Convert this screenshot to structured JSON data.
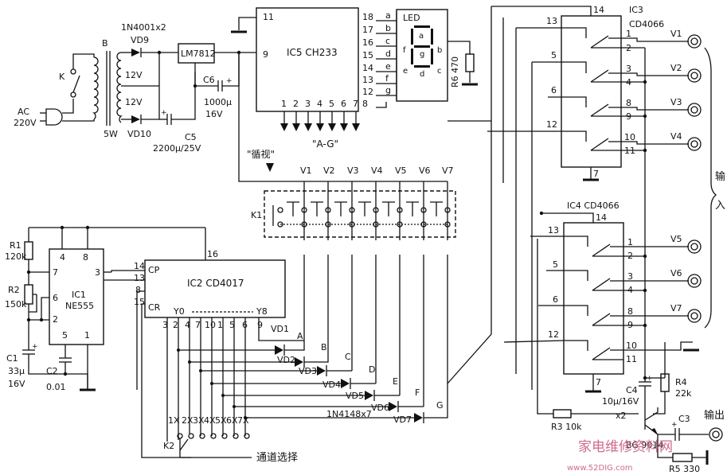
{
  "power": {
    "ac_label": "AC",
    "ac_voltage": "220V",
    "switch": "K",
    "transformer": "B",
    "transformer_power": "5W",
    "winding_top": "12V",
    "winding_bottom": "12V",
    "diode_spec": "1N4001x2",
    "vd9": "VD9",
    "vd10": "VD10",
    "regulator": "LM7812",
    "c5_name": "C5",
    "c5_value": "2200μ/25V",
    "c6_name": "C6",
    "c6_value": "1000μ",
    "c6_voltage": "16V"
  },
  "ic5": {
    "label": "IC5  CH233",
    "pins_top": [
      "11",
      "9"
    ],
    "pins_right": [
      "18",
      "17",
      "16",
      "15",
      "14",
      "13",
      "12",
      "8"
    ],
    "pins_bottom": [
      "1",
      "2",
      "3",
      "4",
      "5",
      "6",
      "7"
    ],
    "segment_letters": [
      "a",
      "b",
      "c",
      "d",
      "e",
      "f",
      "g"
    ],
    "ag_label": "\"A-G\""
  },
  "led": {
    "label": "LED",
    "glyphs": [
      "a",
      "f",
      "g",
      "b",
      "e",
      "c",
      "d"
    ],
    "r6": "R6  470"
  },
  "ic3": {
    "label": "IC3",
    "part": "CD4066",
    "vdd_pin": "14",
    "gnd_pin": "7",
    "ctrl_pins": [
      "13",
      "5",
      "6",
      "12"
    ],
    "io_pins": [
      "1",
      "2",
      "3",
      "4",
      "8",
      "9",
      "10",
      "11"
    ]
  },
  "ic4": {
    "label": "IC4  CD4066",
    "vdd_pin": "14",
    "gnd_pin": "7",
    "ctrl_pins": [
      "13",
      "5",
      "6",
      "12"
    ],
    "io_pins": [
      "1",
      "2",
      "3",
      "4",
      "8",
      "9",
      "10",
      "11"
    ]
  },
  "inputs": [
    "V1",
    "V2",
    "V3",
    "V4",
    "V5",
    "V6",
    "V7"
  ],
  "input_label_top": "输",
  "input_label_bottom": "入",
  "k1": {
    "label": "K1",
    "scan_label": "\"循视\"",
    "channels": [
      "V1",
      "V2",
      "V3",
      "V4",
      "V5",
      "V6",
      "V7"
    ]
  },
  "ic2": {
    "label": "IC2  CD4017",
    "pin16": "16",
    "left_pins": [
      "14",
      "13",
      "8",
      "15"
    ],
    "left_names": [
      "CP",
      "CR"
    ],
    "y0": "Y0",
    "y8": "Y8",
    "bottom_pins": [
      "3",
      "2",
      "4",
      "7",
      "10",
      "1",
      "5",
      "6",
      "9"
    ]
  },
  "ic1": {
    "label": "IC1",
    "part": "NE555",
    "pins": [
      "4",
      "8",
      "7",
      "3",
      "6",
      "2",
      "5",
      "1"
    ]
  },
  "left_parts": {
    "r1_name": "R1",
    "r1_value": "120k",
    "r2_name": "R2",
    "r2_value": "150k",
    "c1_name": "C1",
    "c1_value": "33μ",
    "c1_voltage": "16V",
    "c2_name": "C2",
    "c2_value": "0.01"
  },
  "diodes": {
    "names": [
      "VD1",
      "VD2",
      "VD3",
      "VD4",
      "VD5",
      "VD6",
      "VD7"
    ],
    "outputs": [
      "A",
      "B",
      "C",
      "D",
      "E",
      "F",
      "G"
    ],
    "spec": "1N4148x7"
  },
  "k2": {
    "label": "K2",
    "positions": [
      "1X",
      "2X",
      "3X",
      "4X",
      "5X",
      "6X",
      "7X"
    ],
    "caption": "通道选择"
  },
  "output_stage": {
    "c4_name": "C4",
    "c4_value": "10μ/16V",
    "r4_name": "R4",
    "r4_value": "22k",
    "r3_label": "R3  10k",
    "x2": "x2",
    "transistor": "BG  9014",
    "c3": "C3",
    "r5": "R5  330",
    "output_label": "输出"
  },
  "watermark": {
    "text": "家电维修资料网",
    "url": "www.52DIG.com"
  }
}
